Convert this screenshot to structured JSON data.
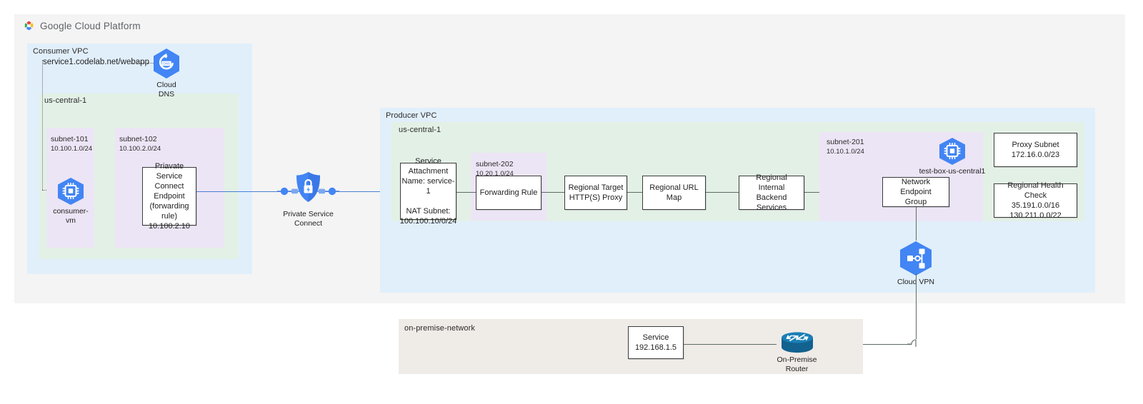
{
  "header": {
    "logo_icon": "google-cloud-logo",
    "title": "Google Cloud Platform"
  },
  "consumer": {
    "vpc_label": "Consumer VPC",
    "region_label": "us-central-1",
    "dns_url": "service1.codelab.net/webapp",
    "cloud_dns": {
      "icon": "cloud-dns-icon",
      "caption": "Cloud\nDNS"
    },
    "subnet_101": {
      "name": "subnet-101",
      "cidr": "10.100.1.0/24"
    },
    "subnet_102": {
      "name": "subnet-102",
      "cidr": "10.100.2.0/24"
    },
    "consumer_vm": {
      "icon": "compute-engine-vm-icon",
      "caption": "consumer-vm"
    },
    "psc_endpoint": "Priavate Service\nConnect Endpoint\n(forwarding rule)\n10.100.2.10"
  },
  "psc": {
    "icon": "private-service-connect-icon",
    "caption": "Private Service Connect"
  },
  "producer": {
    "vpc_label": "Producer VPC",
    "region_label": "us-central-1",
    "service_attachment": "Service\nAttachment\nName: service-1\n\nNAT Subnet:\n100.100.10/0/24",
    "subnet_202": {
      "name": "subnet-202",
      "cidr": "10.20.1.0/24"
    },
    "forwarding_rule": "Forwarding Rule",
    "target_proxy": "Regional Target\nHTTP(S) Proxy",
    "url_map": "Regional URL Map",
    "backend_services": "Regional Internal\nBackend Services",
    "subnet_201": {
      "name": "subnet-201",
      "cidr": "10.10.1.0/24"
    },
    "test_box": {
      "icon": "compute-engine-vm-icon",
      "caption": "test-box-us-central1"
    },
    "neg": "Network Endpoint\nGroup",
    "proxy_subnet": "Proxy Subnet\n172.16.0.0/23",
    "health_check": "Regional Health Check\n35.191.0.0/16\n130.211.0.0/22"
  },
  "cloud_vpn": {
    "icon": "cloud-vpn-icon",
    "caption": "Cloud VPN"
  },
  "onprem": {
    "label": "on-premise-network",
    "service": "Service\n192.168.1.5",
    "router": {
      "icon": "router-icon",
      "caption": "On-Premise Router"
    }
  },
  "colors": {
    "outer_panel": "#f4f4f4",
    "vpc_panel": "#e1effb",
    "region_panel": "#e3f0e6",
    "subnet_panel": "#ece5f5",
    "onprem_panel": "#efebe7",
    "google_blue": "#4285f4",
    "link_blue": "#4a7fd4",
    "link_gray": "#5c6b66",
    "router_blue": "#1469a0"
  }
}
